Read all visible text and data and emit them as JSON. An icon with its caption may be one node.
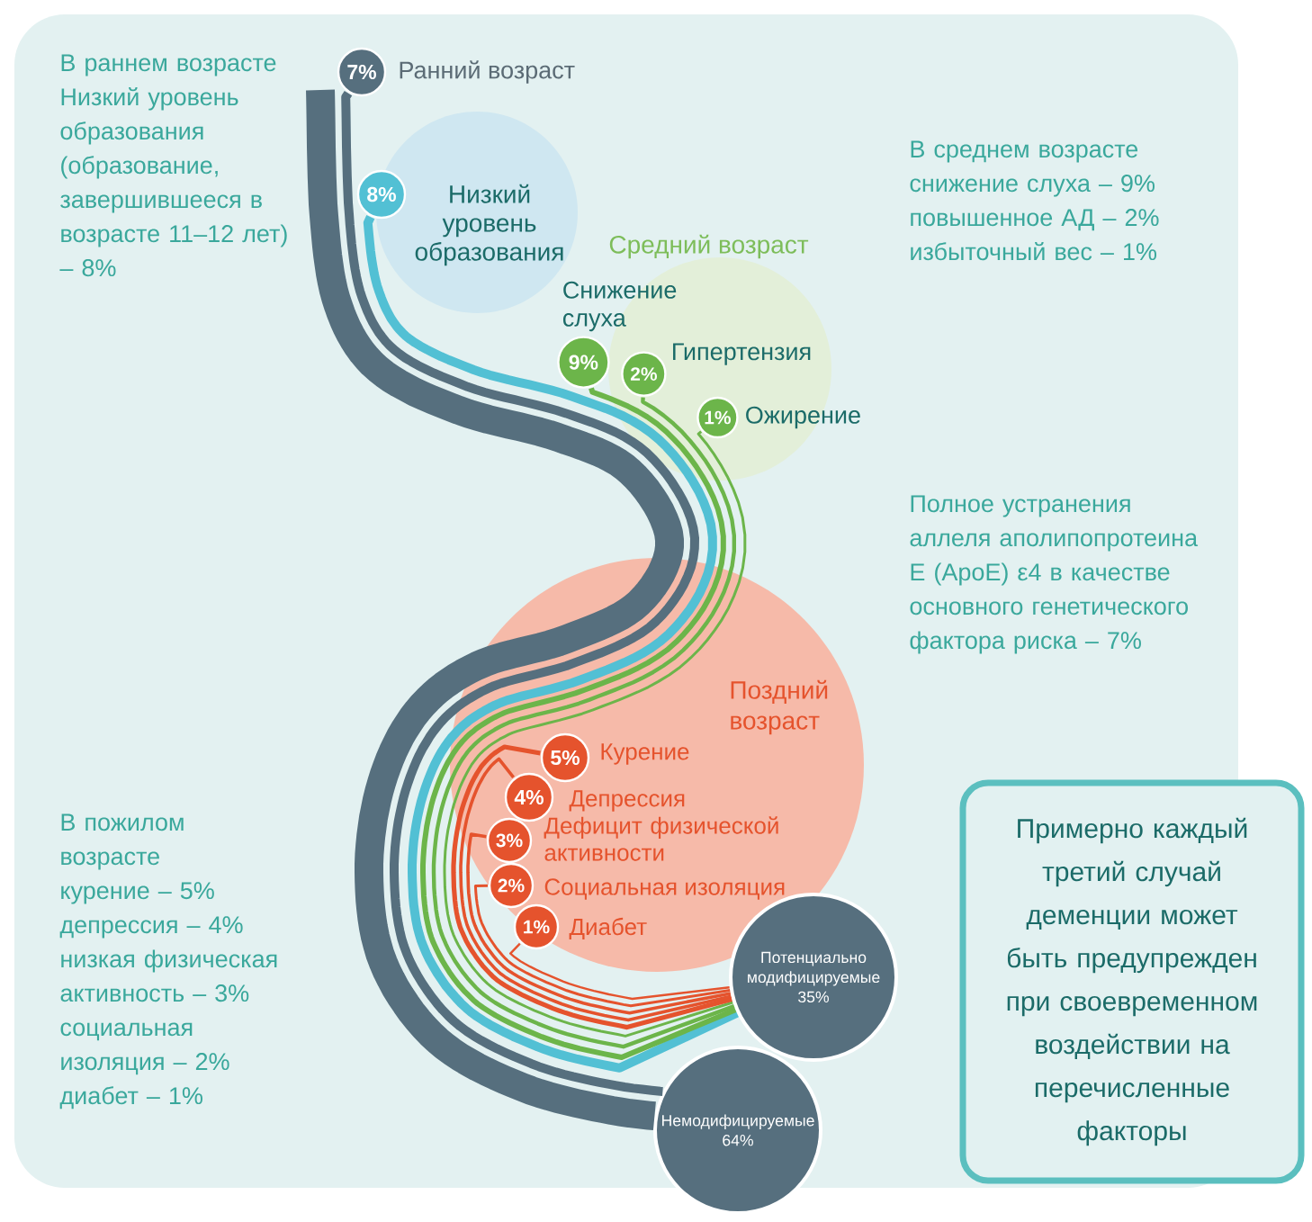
{
  "diagram": {
    "nodes": [
      {
        "text": [
          "7%"
        ],
        "beside": [
          "Ранний возраст"
        ]
      },
      {
        "text": [
          "8%"
        ],
        "beside": [
          "Низкий уровень образования"
        ]
      },
      {
        "text": [
          "9%"
        ],
        "beside": [
          "Снижение слуха"
        ]
      },
      {
        "text": [
          "2%"
        ],
        "beside": [
          "Гипертензия"
        ]
      },
      {
        "text": [
          "1%"
        ],
        "beside": [
          "Ожирение"
        ]
      },
      {
        "text": [
          "5%"
        ],
        "beside": [
          "Курение"
        ]
      },
      {
        "text": [
          "4%"
        ],
        "beside": [
          "Депрессия"
        ]
      },
      {
        "text": [
          "3%"
        ],
        "beside": [
          "Дефицит физической активности"
        ]
      },
      {
        "text": [
          "2%"
        ],
        "beside": [
          "Социальная изоляция"
        ]
      },
      {
        "text": [
          "1%"
        ],
        "beside": [
          "Диабет"
        ]
      },
      {
        "text": [
          "Потенциально модифицируемые 35%"
        ]
      },
      {
        "text": [
          "Немодифицируемые 64%"
        ]
      },
      {
        "text": [
          "Примерно каждый третий случай деменции может быть предупрежден при своевременном воздействии на перечисленные факторы"
        ]
      }
    ],
    "edges": [
      {
        "from": null,
        "to": 11,
        "arrow": "none",
        "style": "thick",
        "color": "#566f7e"
      },
      {
        "from": 0,
        "to": 11,
        "arrow": "none",
        "style": "thick",
        "color": "#566f7e"
      },
      {
        "from": 1,
        "to": 10,
        "arrow": "none",
        "style": "thick",
        "color": "#52c0d4"
      },
      {
        "from": 2,
        "to": 10,
        "arrow": "none",
        "color": "#6cb54a"
      },
      {
        "from": 3,
        "to": 10,
        "arrow": "none",
        "color": "#6cb54a"
      },
      {
        "from": 4,
        "to": 10,
        "arrow": "none",
        "color": "#6cb54a"
      },
      {
        "from": 5,
        "to": 10,
        "arrow": "none",
        "color": "#e5532d"
      },
      {
        "from": 6,
        "to": 10,
        "arrow": "none",
        "color": "#e5532d"
      },
      {
        "from": 7,
        "to": 10,
        "arrow": "none",
        "color": "#e5532d"
      },
      {
        "from": 8,
        "to": 10,
        "arrow": "none",
        "color": "#e5532d"
      },
      {
        "from": 9,
        "to": 10,
        "arrow": "none",
        "color": "#e5532d"
      }
    ],
    "labels": [
      "В раннем возрасте",
      "Низкий уровень образования (образование, завершившееся в возрасте 11–12 лет) – 8%",
      "Средний возраст",
      "В среднем возрасте",
      "снижение слуха – 9%",
      "повышенное АД – 2%",
      "избыточный вес – 1%",
      "Полное устранения аллеля аполипопротеина E (ApoE) ε4 в качестве основного генетического фактора риска – 7%",
      "Поздний возраст",
      "В пожилом возрасте",
      "курение – 5%",
      "депрессия – 4%",
      "низкая физическая активность – 3%",
      "социальная изоляция – 2%",
      "диабет – 1%"
    ]
  }
}
